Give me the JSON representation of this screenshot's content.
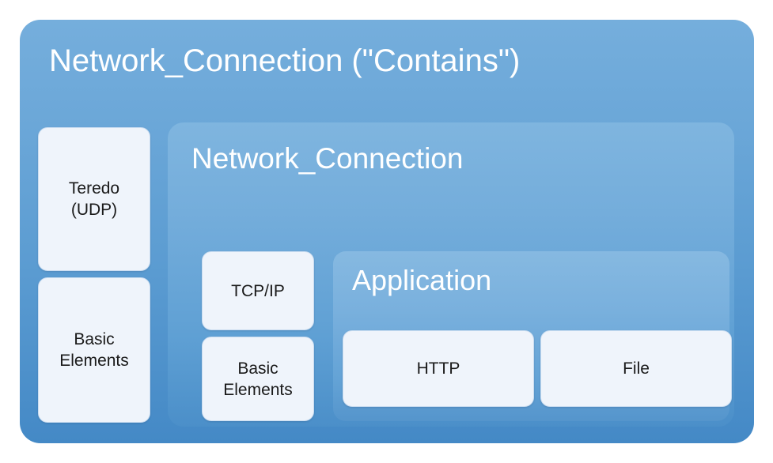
{
  "diagram": {
    "type": "nested-containment",
    "title": "Network_Connection (\"Contains\")",
    "outer": {
      "label": "Network_Connection (\"Contains\")",
      "fill_top": "#75AEDC",
      "fill_bottom": "#4489C6",
      "text_color": "#FFFFFF"
    },
    "left_column": {
      "boxes": [
        {
          "label": "Teredo\n(UDP)"
        },
        {
          "label": "Basic\nElements"
        }
      ]
    },
    "inner": {
      "label": "Network_Connection",
      "fill_top": "#7FB5DF",
      "fill_bottom": "#4B8FC9",
      "text_color": "#FFFFFF",
      "middle_column": {
        "boxes": [
          {
            "label": "TCP/IP"
          },
          {
            "label": "Basic\nElements"
          }
        ]
      },
      "application": {
        "label": "Application",
        "fill_top": "#86B9E1",
        "fill_bottom": "#5595CC",
        "text_color": "#FFFFFF",
        "boxes": [
          {
            "label": "HTTP"
          },
          {
            "label": "File"
          }
        ]
      }
    },
    "leaf_style": {
      "fill": "#EFF4FB",
      "border": "#C9DCF0",
      "text_color": "#1A1A1A"
    }
  }
}
